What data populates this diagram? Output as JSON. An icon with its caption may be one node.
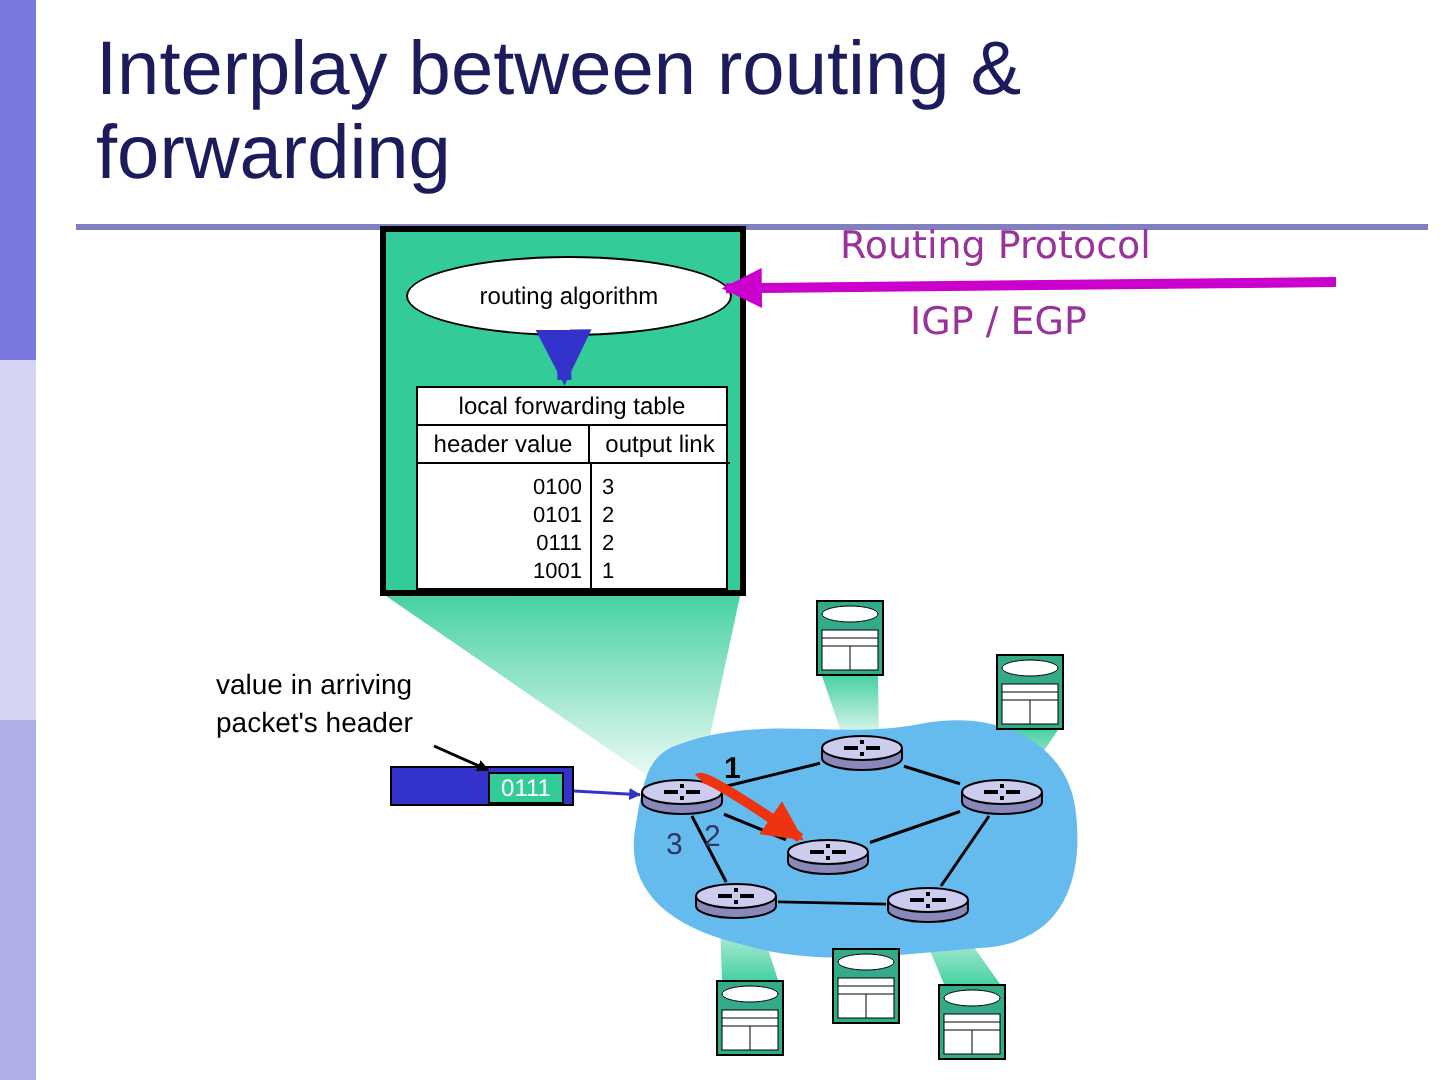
{
  "diagram": {
    "title": "Interplay between routing & forwarding",
    "nodes": [
      {
        "text": [],
        "shape": "box"
      },
      {
        "text": [
          "routing algorithm"
        ],
        "in": 0
      },
      {
        "text": [
          "local forwarding table"
        ],
        "in": 0
      },
      {
        "text": [
          "value in arriving packet's header"
        ]
      },
      {
        "text": [],
        "shape": "box"
      },
      {
        "text": [
          "0111"
        ],
        "in": 4
      },
      {
        "text": [],
        "shape": "cloud"
      },
      {
        "text": [],
        "shape": "router",
        "in": 6
      },
      {
        "text": [],
        "shape": "router",
        "in": 6
      },
      {
        "text": [],
        "shape": "router",
        "in": 6
      },
      {
        "text": [],
        "shape": "router",
        "in": 6
      },
      {
        "text": [],
        "shape": "router",
        "in": 6
      },
      {
        "text": [],
        "shape": "router",
        "in": 6
      },
      {
        "text": [],
        "shape": "box"
      },
      {
        "text": [],
        "shape": "box"
      },
      {
        "text": [],
        "shape": "box"
      },
      {
        "text": [],
        "shape": "box"
      },
      {
        "text": [],
        "shape": "box"
      }
    ],
    "edges": [
      {
        "from": null,
        "to": 1,
        "arrow": "to",
        "label": "Routing Protocol",
        "style": "thick",
        "color": "#cc00cc"
      },
      {
        "from": 1,
        "to": 2,
        "arrow": "to",
        "style": "thick",
        "color": "#3333cc"
      },
      {
        "from": 3,
        "to": 5,
        "arrow": "to"
      },
      {
        "from": 4,
        "to": 7,
        "arrow": "to",
        "color": "#3333cc"
      },
      {
        "from": 7,
        "to": 8,
        "arrow": "none",
        "label": "1"
      },
      {
        "from": 7,
        "to": 10,
        "arrow": "none",
        "label": "2"
      },
      {
        "from": 7,
        "to": 11,
        "arrow": "none",
        "label": "3"
      },
      {
        "from": 8,
        "to": 9,
        "arrow": "none"
      },
      {
        "from": 10,
        "to": 9,
        "arrow": "none"
      },
      {
        "from": 9,
        "to": 12,
        "arrow": "none"
      },
      {
        "from": 11,
        "to": 12,
        "arrow": "none"
      },
      {
        "from": 7,
        "to": 10,
        "arrow": "to",
        "style": "thick",
        "color": "#ee3311"
      }
    ],
    "labels": [
      "IGP / EGP",
      "header value",
      "output link",
      "0100",
      "3",
      "0101",
      "2",
      "0111",
      "2",
      "1001",
      "1"
    ]
  }
}
